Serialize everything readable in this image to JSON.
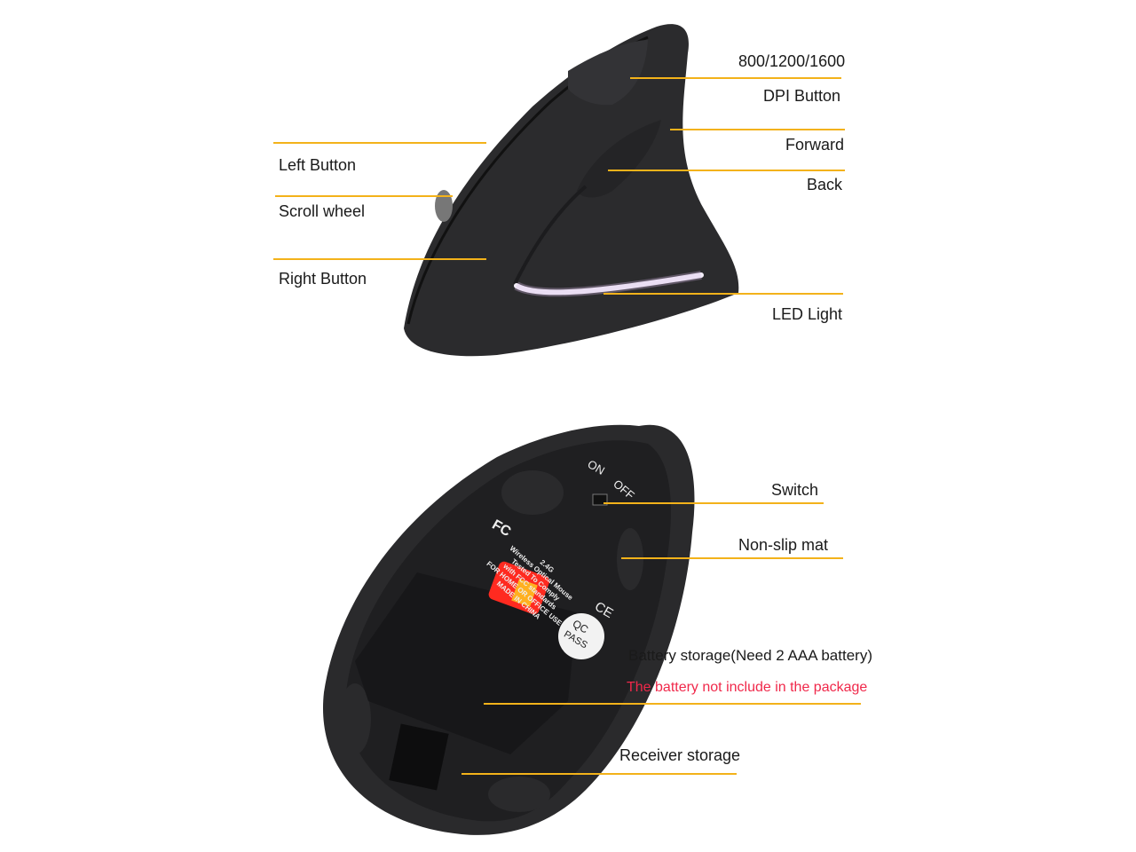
{
  "colors": {
    "leader_line": "#f3b21a",
    "mouse_body": "#2a2a2c",
    "warning_text": "#f0284a",
    "led": "#f4f0f8",
    "receiver_light": "#ff2a20"
  },
  "top_view": {
    "labels": {
      "dpi_values": "800/1200/1600",
      "dpi_button": "DPI Button",
      "forward": "Forward",
      "back": "Back",
      "led_light": "LED Light",
      "left_button": "Left Button",
      "scroll_wheel": "Scroll wheel",
      "right_button": "Right Button"
    }
  },
  "bottom_view": {
    "labels": {
      "switch": "Switch",
      "non_slip_mat": "Non-slip mat",
      "battery_storage": "Battery storage(Need 2 AAA battery)",
      "battery_note": "The battery not include in the package",
      "receiver_storage": "Receiver storage"
    },
    "printed": {
      "on": "ON",
      "off": "OFF",
      "band": "2.4G",
      "product": "Wireless Optical Mouse",
      "line1": "Tested To Comply",
      "line2": "with FCC standards",
      "line3": "FOR HOME OR OFFICE USE",
      "line4": "MADE IN CHINA",
      "fc_logo": "FC",
      "ce_logo": "CE",
      "qc": "QC",
      "pass": "PASS"
    }
  }
}
